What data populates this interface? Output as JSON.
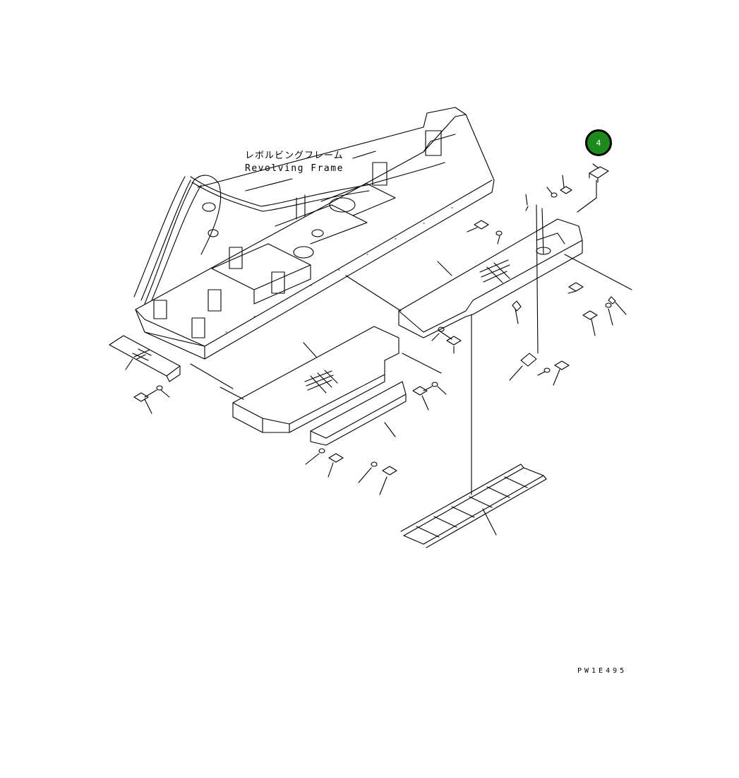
{
  "labels": {
    "frame_ja": "レボルビングフレーム",
    "frame_en": "Revolving Frame",
    "drawing_code": "PW1E495"
  },
  "callouts": [
    {
      "number": "4",
      "color": "#1e8a1e"
    }
  ]
}
